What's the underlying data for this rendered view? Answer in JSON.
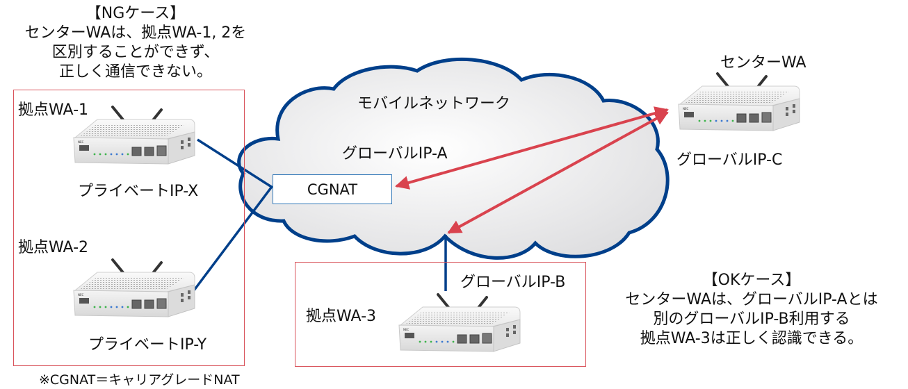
{
  "colors": {
    "cloud_stroke": "#003f8a",
    "cloud_fill": "#e6e6e8",
    "link_line": "#003f8a",
    "arrow": "#d9434e",
    "frame": "#d9535b",
    "cgnat_border": "#2e75b6"
  },
  "ng_case": {
    "lines": [
      "【NGケース】",
      "センターWAは、拠点WA-1, 2を",
      "区別することができず、",
      "正しく通信できない。"
    ]
  },
  "ok_case": {
    "lines": [
      "【OKケース】",
      "センターWAは、グローバルIP-Aとは",
      "別のグローバルIP-B利用する",
      "拠点WA-3は正しく認識できる。"
    ]
  },
  "cloud": {
    "label": "モバイルネットワーク"
  },
  "cgnat": {
    "label": "CGNAT"
  },
  "global_ip_a": "グローバルIP-A",
  "global_ip_b": "グローバルIP-B",
  "devices": {
    "wa1": {
      "name": "拠点WA-1",
      "ip": "プライベートIP-X",
      "icon": "router-icon"
    },
    "wa2": {
      "name": "拠点WA-2",
      "ip": "プライベートIP-Y",
      "icon": "router-icon"
    },
    "wa3": {
      "name": "拠点WA-3",
      "icon": "router-icon"
    },
    "center": {
      "name": "センターWA",
      "ip": "グローバルIP-C",
      "icon": "router-icon"
    }
  },
  "footnote": "※CGNAT＝キャリアグレードNAT"
}
